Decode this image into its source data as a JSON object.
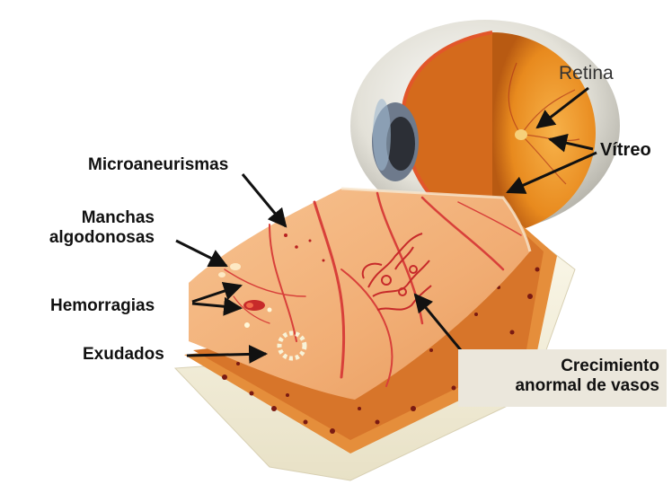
{
  "labels": {
    "retina": "Retina",
    "vitreo": "Vítreo",
    "microaneurismas": "Microaneurismas",
    "manchas_line1": "Manchas",
    "manchas_line2": "algodonosas",
    "hemorragias": "Hemorragias",
    "exudados": "Exudados",
    "crecimiento_line1": "Crecimiento",
    "crecimiento_line2": "anormal de vasos"
  },
  "colors": {
    "retina_tissue": "#f2b27a",
    "vessel": "#d8403a",
    "eyeball": "#e9e8e1",
    "choroid": "#c4631e",
    "sclera_block": "#f4f0de",
    "label_box": "#ebe7dc",
    "arrow": "#111111"
  }
}
